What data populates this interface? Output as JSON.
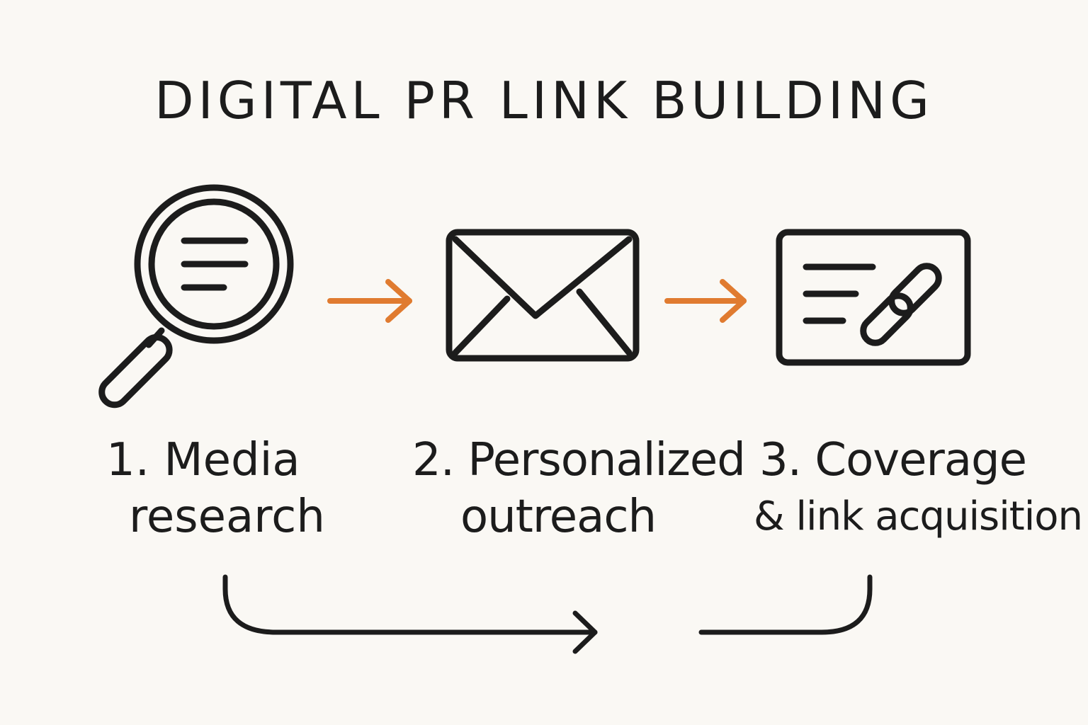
{
  "title": "DIGITAL PR LINK BUILDING",
  "colors": {
    "background": "#faf8f4",
    "ink": "#1c1c1c",
    "accent_arrow": "#e07b30"
  },
  "steps": [
    {
      "line1": "1. Media",
      "line2": "research",
      "icon": "magnifier-icon"
    },
    {
      "line1": "2. Personalized",
      "line2": "outreach",
      "icon": "envelope-icon"
    },
    {
      "line1": "3. Coverage",
      "line2": "& link acquisition",
      "icon": "document-link-icon"
    }
  ]
}
